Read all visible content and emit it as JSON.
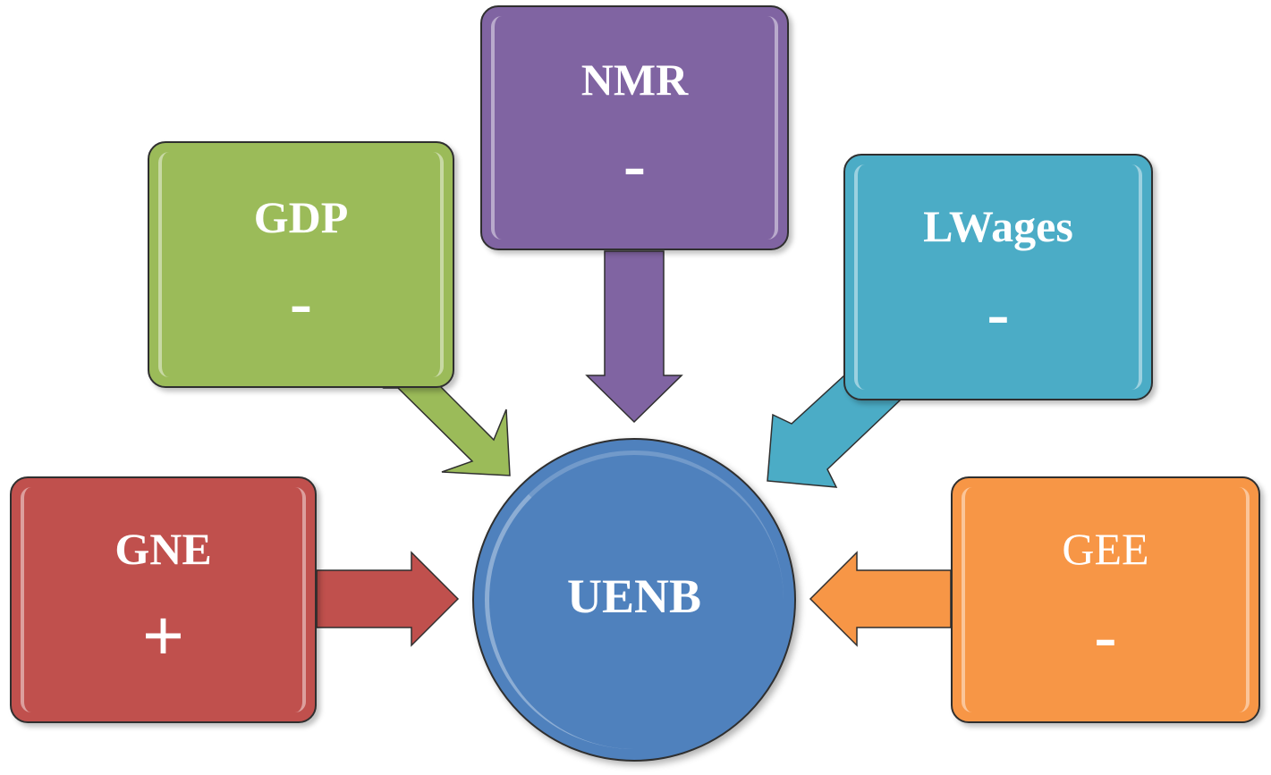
{
  "colors": {
    "gdp": "#9bbb59",
    "nmr": "#8064a2",
    "lwages": "#4bacc6",
    "gne": "#c0504d",
    "gee": "#f79646",
    "uenb": "#4f81bd",
    "outline": "#2f2f2f"
  },
  "center": {
    "label": "UENB"
  },
  "factors": {
    "gdp": {
      "label": "GDP",
      "sign": "-"
    },
    "nmr": {
      "label": "NMR",
      "sign": "-"
    },
    "lwages": {
      "label": "LWages",
      "sign": "-"
    },
    "gne": {
      "label": "GNE",
      "sign": "+"
    },
    "gee": {
      "label": "GEE",
      "sign": "-"
    }
  }
}
